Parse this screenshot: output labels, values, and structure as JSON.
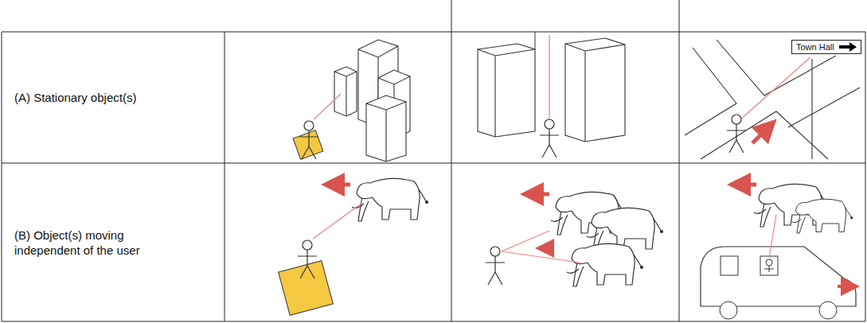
{
  "diagram": {
    "nodes": [
      {
        "text": [
          "Town Hall"
        ]
      }
    ],
    "labels": [
      "(A) Stationary object(s)",
      "(B) Object(s) moving independent of the user"
    ]
  }
}
